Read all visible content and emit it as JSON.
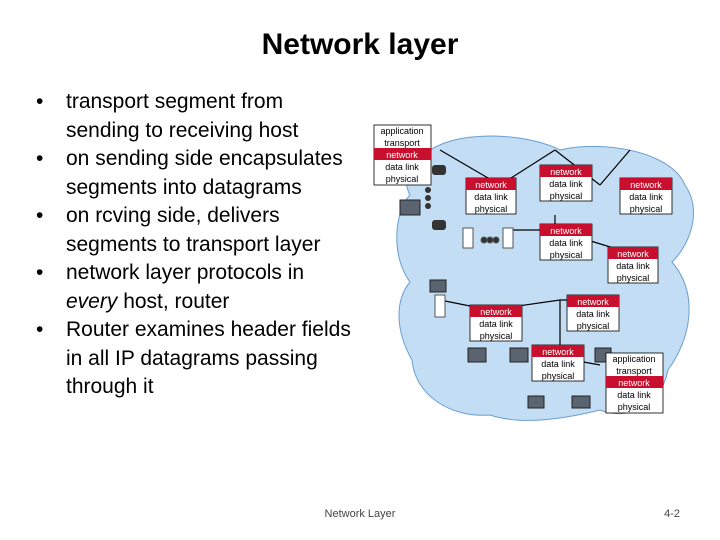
{
  "title": "Network layer",
  "bullets": [
    {
      "text": "transport segment from sending to receiving host"
    },
    {
      "text": "on sending side encapsulates segments into datagrams"
    },
    {
      "text": "on rcving side, delivers segments to transport layer"
    },
    {
      "text_before": "network layer protocols in ",
      "emphasis": "every",
      "text_after": " host, router"
    },
    {
      "text": "Router examines header fields in all IP datagrams passing through it"
    }
  ],
  "diagram": {
    "end_host_stack": [
      "application",
      "transport",
      "network",
      "data link",
      "physical"
    ],
    "router_stack": [
      "network",
      "data link",
      "physical"
    ],
    "highlight_layer": "network",
    "colors": {
      "cloud": "#c3def4",
      "cloud_border": "#6a9ecf",
      "network_layer": "#c8102e",
      "link": "#000000"
    }
  },
  "footer": {
    "left": "Network Layer",
    "right": "4-2"
  }
}
